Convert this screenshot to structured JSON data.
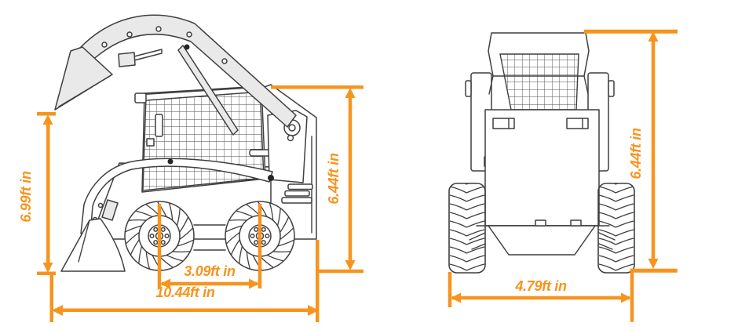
{
  "colors": {
    "accent": "#f7941e",
    "line_art": "#3f3f3f",
    "machine_fill": "#e9e9e9",
    "background": "#ffffff"
  },
  "dims": {
    "side_lift_height": "6.99ft in",
    "side_overall_height": "6.44ft in",
    "side_wheelbase": "3.09ft in",
    "side_overall_length": "10.44ft in",
    "front_overall_height": "6.44ft in",
    "front_overall_width": "4.79ft in"
  }
}
